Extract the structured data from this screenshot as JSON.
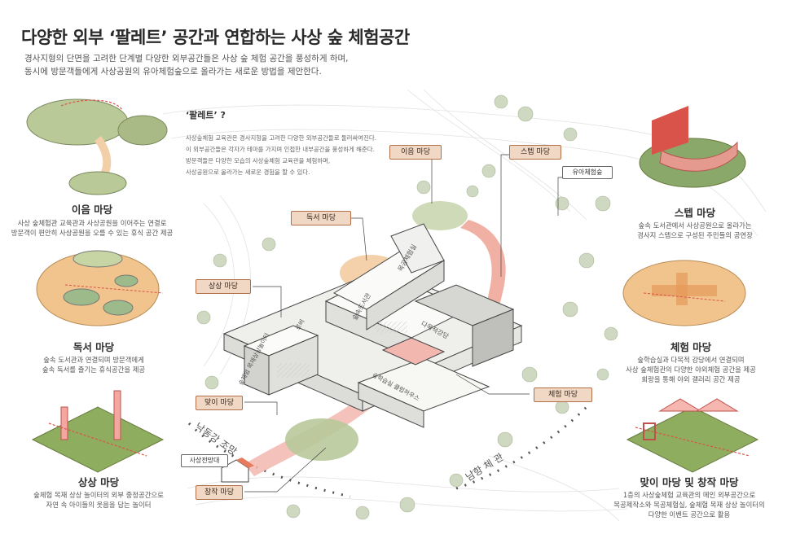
{
  "header": {
    "title": "다양한 외부 ‘팔레트’ 공간과 연합하는 사상 숲 체험공간",
    "subtitle_line1": "경사지형의 단면을 고려한 단계별 다양한 외부공간들은 사상 숲 체험 공간을 풍성하게 하며,",
    "subtitle_line2": "동시에 방문객들에게 사상공원의 유아체험숲으로 올라가는 새로운 방법을 제안한다."
  },
  "palette": {
    "title": "‘팔레트’ ?",
    "lines": [
      "사상숲체험 교육관은 경사지형을 고려한 다양한 외부공간들로 둘러싸여진다.",
      "이 외부공간들은 각자가 테마를 가지며 인접한 내부공간을 풍성하게 해준다.",
      "방문객들은 다양한 모습의 사상숲체험 교육관을 체험하며,",
      "사상공원으로 올라가는 새로운 경험을 할 수 있다."
    ]
  },
  "vignettes": {
    "ieum": {
      "title": "이음 마당",
      "desc1": "사상 숲체험관 교육관과 사상공원을 이어주는 연결로",
      "desc2": "방문객이 편안히 사상공원을 오를 수 있는 휴식 공간 제공"
    },
    "dokseo": {
      "title": "독서 마당",
      "desc1": "숲속 도서관과 연결되며 방문객에게",
      "desc2": "숲속 독서를 즐기는 휴식공간을 제공"
    },
    "sangsang": {
      "title": "상상 마당",
      "desc1": "숲체험 목재 상상 놀이터의 외부 중정공간으로",
      "desc2": "자연 속 아이들의 웃음을 담는 놀이터"
    },
    "step": {
      "title": "스텝 마당",
      "desc1": "숲속 도서관에서 사상공원으로 올라가는",
      "desc2": "경사지 스텝으로 구성된 주민들의 공연장"
    },
    "chehum": {
      "title": "체험 마당",
      "desc1": "숲학습실과 다목적 강당에서 연결되며",
      "desc2": "사상 숲체험관의 다양한 야외체험 공간을 제공",
      "desc3": "회랑을 통해 야외 갤러리 공간 제공"
    },
    "majee": {
      "title": "맞이 마당 및 창작 마당",
      "desc1": "1층의 사상숲체험 교육관의 메인 외부공간으로",
      "desc2": "목공제작소와 목공체험실, 숲체험 목재 상상 놀이터의",
      "desc3": "다양한 이벤트 공간으로 활용"
    }
  },
  "tags": {
    "ieum": "이음 마당",
    "step": "스텝 마당",
    "yua": "유아체험숲",
    "dokseo": "독서 마당",
    "sangsang": "상상 마당",
    "majee": "맞이 마당",
    "chehum": "체험 마당",
    "changjak": "창작 마당",
    "jeonmangdae": "사상전망대"
  },
  "building_labels": {
    "dagyeong": "다목적강당",
    "forest_lib": "숲속도서관",
    "mokgong": "목공체험실",
    "sangsang_room": "숲체험 목재상상놀이터",
    "hakseup": "숲학습실 클럽하우스",
    "lobby": "로비"
  },
  "ground_labels": {
    "nakdong": "낙동강 조망",
    "namhang": "남항 체 관"
  },
  "colors": {
    "tag_fill": "#f1d8c4",
    "tag_border": "#b0704a",
    "accent_red": "#d9534a",
    "grass": "#9ab07a",
    "orange": "#e7a466"
  }
}
